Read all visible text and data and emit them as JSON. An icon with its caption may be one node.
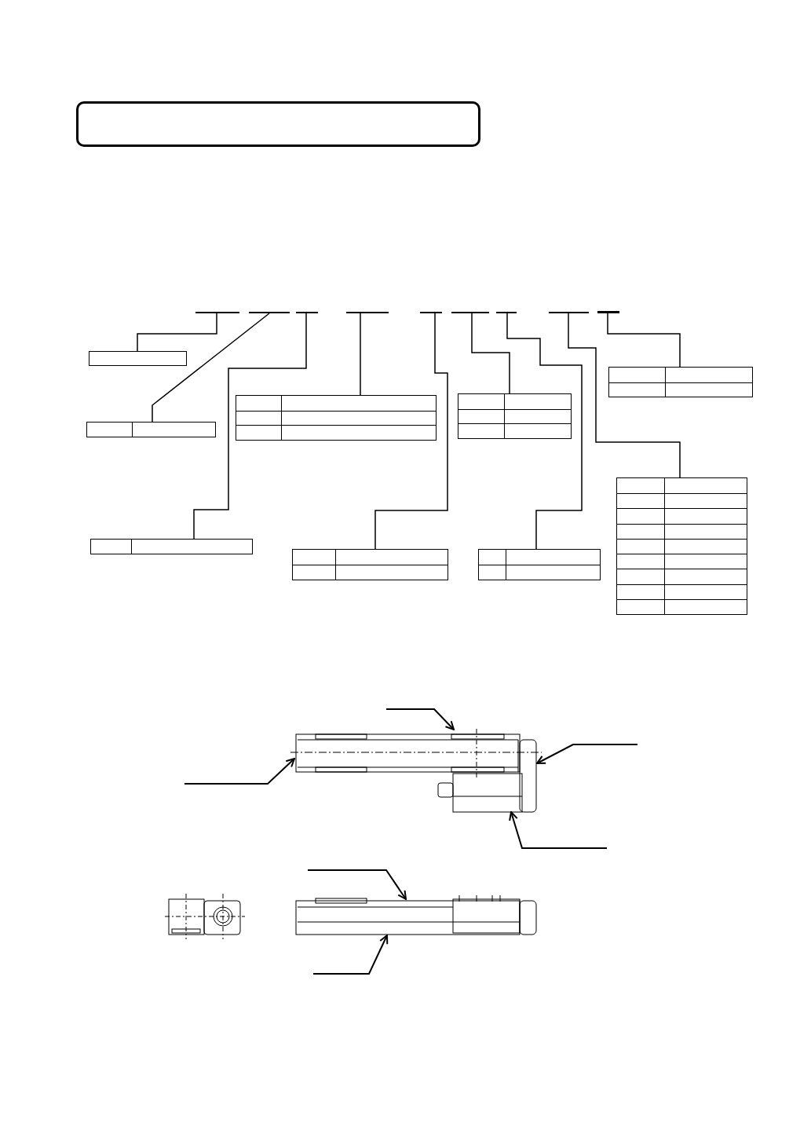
{
  "diagram": {
    "nodes": [
      {
        "text": [],
        "shape": "box"
      },
      {
        "text": [],
        "shape": "bar"
      },
      {
        "text": [],
        "shape": "bar"
      },
      {
        "text": [],
        "shape": "bar"
      },
      {
        "text": [],
        "shape": "bar"
      },
      {
        "text": [],
        "shape": "bar"
      },
      {
        "text": [],
        "shape": "bar"
      },
      {
        "text": [],
        "shape": "bar"
      },
      {
        "text": [],
        "shape": "bar"
      },
      {
        "text": [],
        "shape": "bar"
      },
      {
        "text": [],
        "shape": "box"
      },
      {
        "text": [],
        "shape": "box"
      },
      {
        "text": [],
        "shape": "box"
      },
      {
        "text": [],
        "shape": "box"
      },
      {
        "text": [],
        "shape": "box"
      },
      {
        "text": [],
        "shape": "box"
      },
      {
        "text": [],
        "shape": "box"
      },
      {
        "text": [],
        "shape": "box"
      },
      {
        "text": [],
        "shape": "box"
      },
      {
        "text": [],
        "shape": "picture"
      }
    ],
    "edges": [
      {
        "from": 1,
        "to": 10,
        "arrow": "none"
      },
      {
        "from": 2,
        "to": 11,
        "arrow": "none"
      },
      {
        "from": 3,
        "to": 15,
        "arrow": "none"
      },
      {
        "from": 4,
        "to": 12,
        "arrow": "none"
      },
      {
        "from": 5,
        "to": 16,
        "arrow": "none"
      },
      {
        "from": 6,
        "to": 13,
        "arrow": "none"
      },
      {
        "from": 7,
        "to": 17,
        "arrow": "none"
      },
      {
        "from": 8,
        "to": 18,
        "arrow": "none"
      },
      {
        "from": 9,
        "to": 14,
        "arrow": "none"
      },
      {
        "from": null,
        "to": 19,
        "arrow": "to"
      },
      {
        "from": null,
        "to": 19,
        "arrow": "to"
      },
      {
        "from": null,
        "to": 19,
        "arrow": "to"
      },
      {
        "from": null,
        "to": 19,
        "arrow": "to"
      },
      {
        "from": null,
        "to": 19,
        "arrow": "to"
      },
      {
        "from": null,
        "to": 19,
        "arrow": "to"
      }
    ]
  }
}
